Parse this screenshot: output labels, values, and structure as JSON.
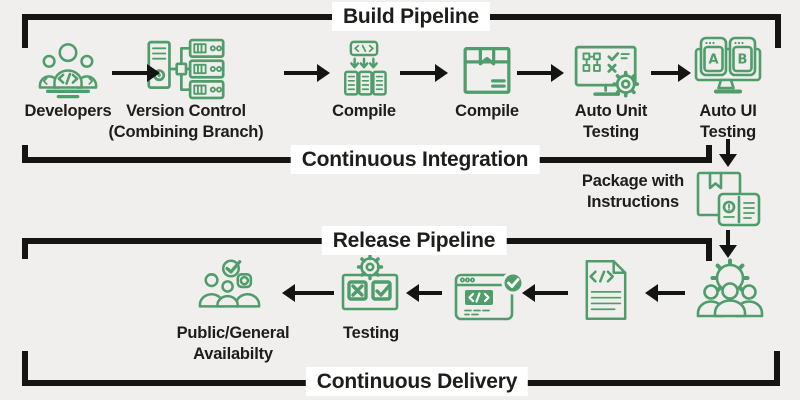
{
  "colors": {
    "background": "#f0efed",
    "line": "#141414",
    "icon_green": "#4f9d6b",
    "label_text": "#1e1d1b",
    "title_background": "#ffffff"
  },
  "pipelines": {
    "build": "Build Pipeline",
    "ci": "Continuous Integration",
    "release": "Release Pipeline",
    "cd": "Continuous Delivery"
  },
  "build_stages": [
    {
      "line1": "Developers",
      "line2": "",
      "icon": "developers-icon"
    },
    {
      "line1": "Version Control",
      "line2": "(Combining Branch)",
      "icon": "version-control-servers-icon"
    },
    {
      "line1": "Compile",
      "line2": "",
      "icon": "compile-source-icon"
    },
    {
      "line1": "Compile",
      "line2": "",
      "icon": "package-box-icon"
    },
    {
      "line1": "Auto Unit",
      "line2": "Testing",
      "icon": "unit-testing-monitor-icon"
    },
    {
      "line1": "Auto UI",
      "line2": "Testing",
      "icon": "ab-ui-testing-monitor-icon"
    }
  ],
  "handoff": {
    "line1": "Package with",
    "line2": "Instructions",
    "icon": "package-with-manual-icon"
  },
  "release_stages": [
    {
      "line1": "",
      "line2": "",
      "icon": "deploy-team-gear-icon"
    },
    {
      "line1": "",
      "line2": "",
      "icon": "code-file-icon"
    },
    {
      "line1": "",
      "line2": "",
      "icon": "verified-web-app-icon"
    },
    {
      "line1": "Testing",
      "line2": "",
      "icon": "test-results-board-icon"
    },
    {
      "line1": "Public/General",
      "line2": "Availabilty",
      "icon": "general-availability-icon"
    }
  ]
}
